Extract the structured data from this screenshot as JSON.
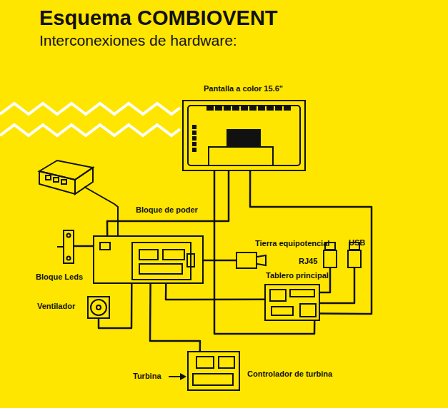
{
  "diagram": {
    "title": "Esquema COMBIOVENT",
    "nodes": [
      {
        "text": [
          "Pantalla a color 15.6\""
        ]
      },
      {
        "text": [
          "Bloque de poder"
        ]
      },
      {
        "text": [
          "Tierra equipotencial"
        ]
      },
      {
        "text": [
          "Bloque Leds"
        ]
      },
      {
        "text": [
          "Ventilador"
        ]
      },
      {
        "text": [
          "RJ45"
        ]
      },
      {
        "text": [
          "USB"
        ]
      },
      {
        "text": [
          "Tablero principal"
        ]
      },
      {
        "text": [
          "Controlador de turbina"
        ]
      }
    ],
    "edges": [
      {
        "from": 0,
        "to": 7,
        "arrow": "none"
      },
      {
        "from": 0,
        "to": 1,
        "arrow": "none"
      },
      {
        "from": 1,
        "to": 2,
        "arrow": "none"
      },
      {
        "from": 1,
        "to": 3,
        "arrow": "none"
      },
      {
        "from": 1,
        "to": 4,
        "arrow": "none"
      },
      {
        "from": 1,
        "to": 8,
        "arrow": "none"
      },
      {
        "from": 1,
        "to": 7,
        "arrow": "none"
      },
      {
        "from": 7,
        "to": 5,
        "arrow": "none"
      },
      {
        "from": 7,
        "to": 6,
        "arrow": "none"
      },
      {
        "from": 0,
        "to": 7,
        "arrow": "none"
      }
    ],
    "labels": [
      "Interconexiones de hardware:",
      "Turbina"
    ]
  }
}
